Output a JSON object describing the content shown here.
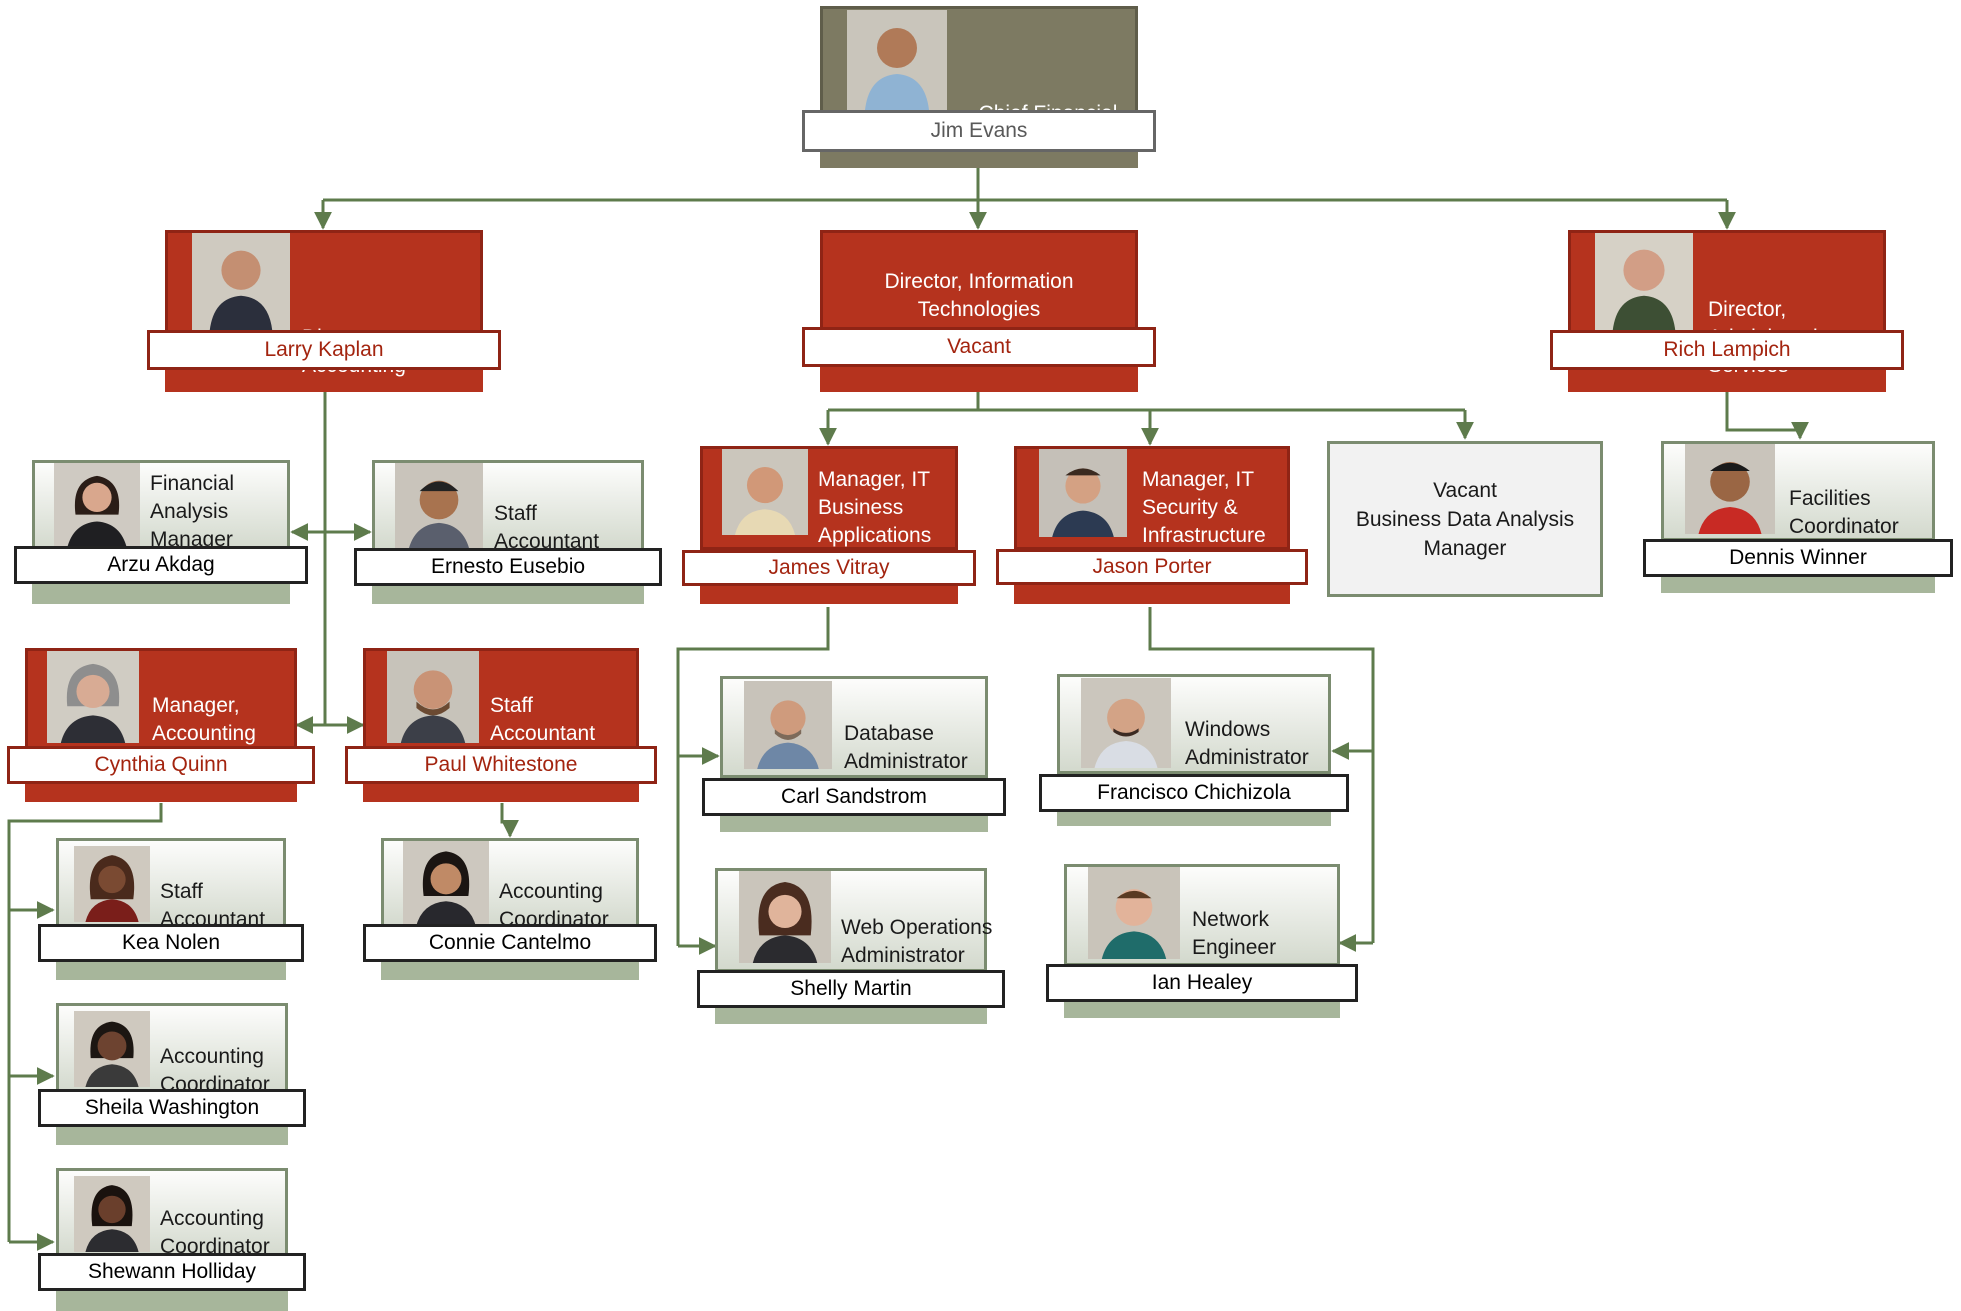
{
  "colors": {
    "executive": "#7d7a62",
    "director": "#b5331e",
    "staff": "#d3d9cd",
    "connector": "#5e7b4c"
  },
  "cfo": {
    "title": "Chief Financial Officer",
    "name": "Jim Evans",
    "photo_icon": "person-photo-icon"
  },
  "directors": {
    "accounting": {
      "title": "Director, Accounting",
      "name": "Larry Kaplan"
    },
    "it": {
      "title": "Director, Information Technologies",
      "name": "Vacant"
    },
    "admin": {
      "title": "Director, Administrative Services",
      "name": "Rich Lampich"
    }
  },
  "accounting_staff": {
    "fin_analysis": {
      "title": "Financial Analysis Manager",
      "name": "Arzu Akdag"
    },
    "staff_acct_1": {
      "title": "Staff Accountant",
      "name": "Ernesto Eusebio"
    },
    "mgr_accounting": {
      "title": "Manager, Accounting",
      "name": "Cynthia Quinn"
    },
    "staff_acct_2": {
      "title": "Staff Accountant",
      "name": "Paul Whitestone"
    },
    "staff_acct_3": {
      "title": "Staff Accountant",
      "name": "Kea Nolen"
    },
    "acct_coord_1": {
      "title": "Accounting Coordinator",
      "name": "Sheila Washington"
    },
    "acct_coord_2": {
      "title": "Accounting Coordinator",
      "name": "Shewann Holliday"
    },
    "acct_coord_3": {
      "title": "Accounting Coordinator",
      "name": "Connie Cantelmo"
    }
  },
  "it_staff": {
    "mgr_business_apps": {
      "title": "Manager, IT Business Applications",
      "name": "James Vitray"
    },
    "mgr_security": {
      "title": "Manager, IT Security & Infrastructure",
      "name": "Jason Porter"
    },
    "vacant_bda": {
      "line1": "Vacant",
      "line2": "Business Data Analysis",
      "line3": "Manager"
    },
    "dba": {
      "title": "Database Administrator",
      "name": "Carl Sandstrom"
    },
    "web_ops": {
      "title": "Web Operations Administrator",
      "name": "Shelly Martin"
    },
    "windows_admin": {
      "title": "Windows Administrator",
      "name": "Francisco Chichizola"
    },
    "network_eng": {
      "title": "Network Engineer",
      "name": "Ian Healey"
    }
  },
  "admin_staff": {
    "facilities": {
      "title": "Facilities Coordinator",
      "name": "Dennis Winner"
    }
  }
}
